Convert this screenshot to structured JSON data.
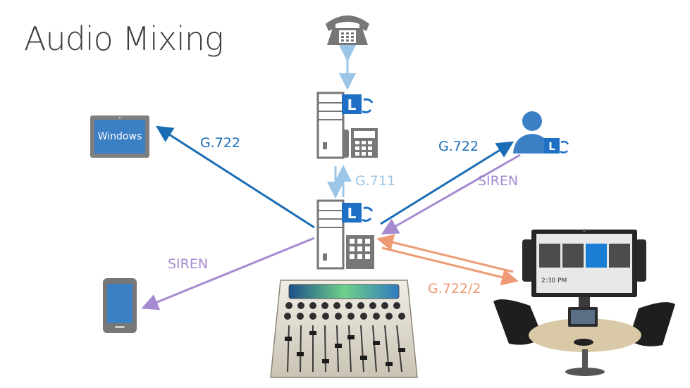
{
  "title": "Audio Mixing",
  "endpoints": {
    "windows_label": "Windows"
  },
  "links": {
    "windows_codec": "G.722",
    "remote_user_codec_primary": "G.722",
    "remote_user_codec_secondary": "SIREN",
    "pstn_codec": "G.711",
    "mobile_codec": "SIREN",
    "room_system_codec": "G.722/2"
  },
  "room_screen": {
    "time": "2:30 PM"
  },
  "colors": {
    "blue": "#1a6db5",
    "light_blue": "#9cc6e8",
    "purple": "#a58ad0",
    "orange": "#ee9a74",
    "server_gray": "#777777",
    "lync_blue": "#1f6fc5"
  }
}
